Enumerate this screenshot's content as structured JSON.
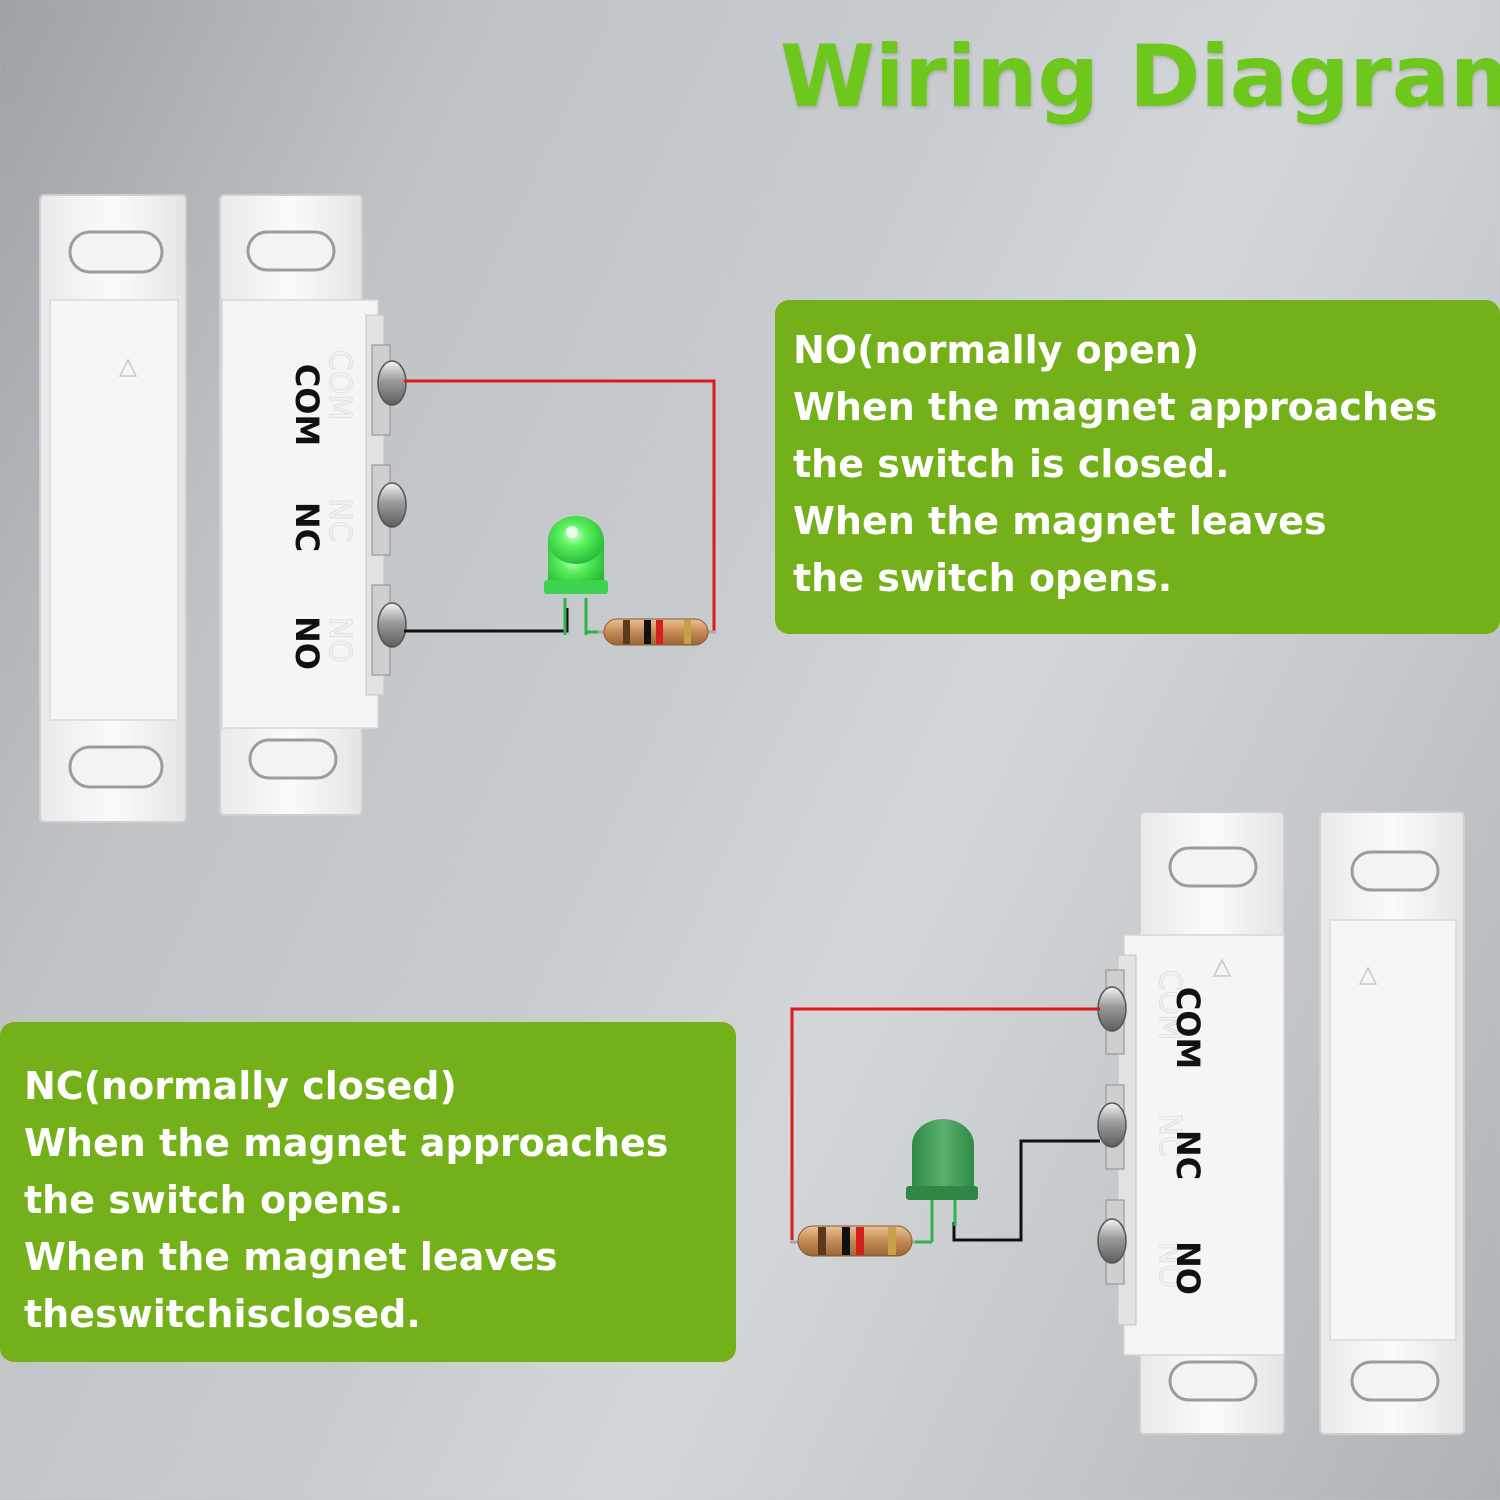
{
  "title": "Wiring Diagram",
  "no_note": {
    "lines": [
      "NO(normally open)",
      "When the magnet approaches",
      "the switch is closed.",
      "When the magnet leaves",
      "the switch opens."
    ]
  },
  "nc_note": {
    "lines": [
      "NC(normally closed)",
      "When the magnet approaches",
      "the switch opens.",
      "When the magnet leaves",
      "theswitchisclosed."
    ]
  },
  "terminals": [
    "COM",
    "NC",
    "NO"
  ],
  "colors": {
    "title": "#6ec71d",
    "note_background": "#73b01a",
    "wire_positive": "#e01818",
    "wire_negative": "#111111",
    "led_lit": "#46e04a",
    "led_unlit": "#3c9a52"
  }
}
